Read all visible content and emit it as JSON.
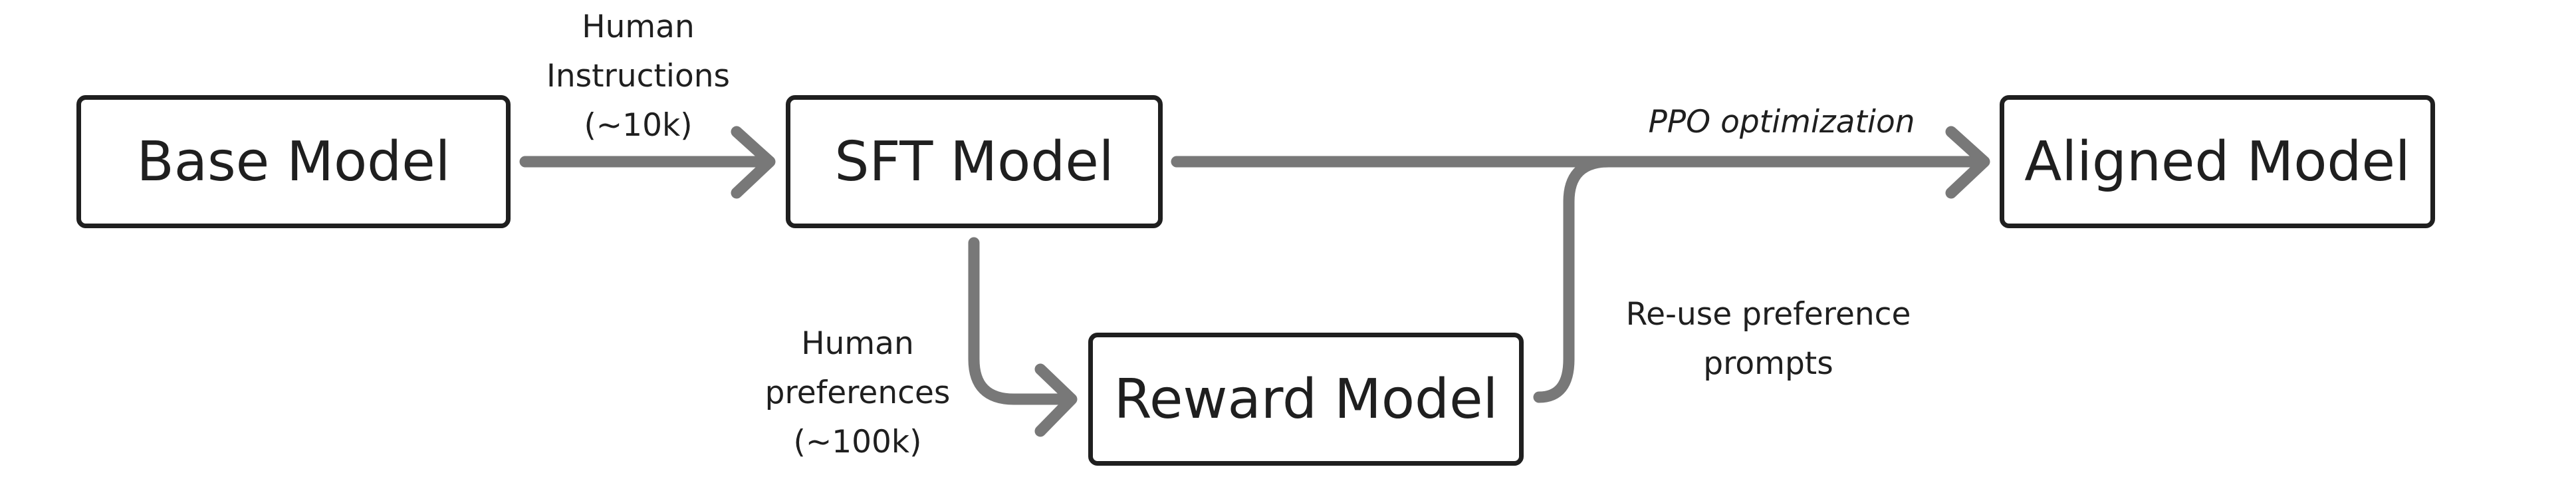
{
  "nodes": {
    "base_model": "Base Model",
    "sft_model": "SFT Model",
    "reward_model": "Reward Model",
    "aligned_model": "Aligned Model"
  },
  "edges": {
    "human_instructions": [
      "Human",
      "Instructions",
      "(~10k)"
    ],
    "human_preferences": [
      "Human",
      "preferences",
      "(~100k)"
    ],
    "ppo_optimization": "PPO optimization",
    "reuse_prompts": [
      "Re-use preference",
      "prompts"
    ]
  },
  "colors": {
    "arrow": "#787878",
    "box_border": "#1f1f1f",
    "text": "#1f1f1f"
  }
}
